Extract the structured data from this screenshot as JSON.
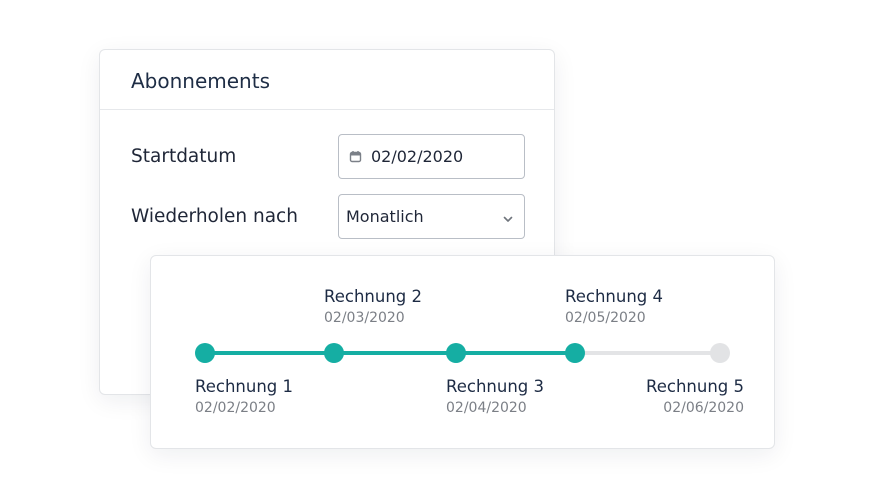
{
  "subscription": {
    "title": "Abonnements",
    "start_label": "Startdatum",
    "start_value": "02/02/2020",
    "repeat_label": "Wiederholen nach",
    "repeat_value": "Monatlich"
  },
  "icons": {
    "date": "calendar-icon",
    "select": "chevron-down-icon"
  },
  "colors": {
    "accent": "#15aea3",
    "pending": "#e2e3e5"
  },
  "timeline": {
    "invoices": [
      {
        "label": "Rechnung 1",
        "date": "02/02/2020",
        "status": "done"
      },
      {
        "label": "Rechnung 2",
        "date": "02/03/2020",
        "status": "done"
      },
      {
        "label": "Rechnung 3",
        "date": "02/04/2020",
        "status": "done"
      },
      {
        "label": "Rechnung 4",
        "date": "02/05/2020",
        "status": "done"
      },
      {
        "label": "Rechnung 5",
        "date": "02/06/2020",
        "status": "pending"
      }
    ]
  }
}
